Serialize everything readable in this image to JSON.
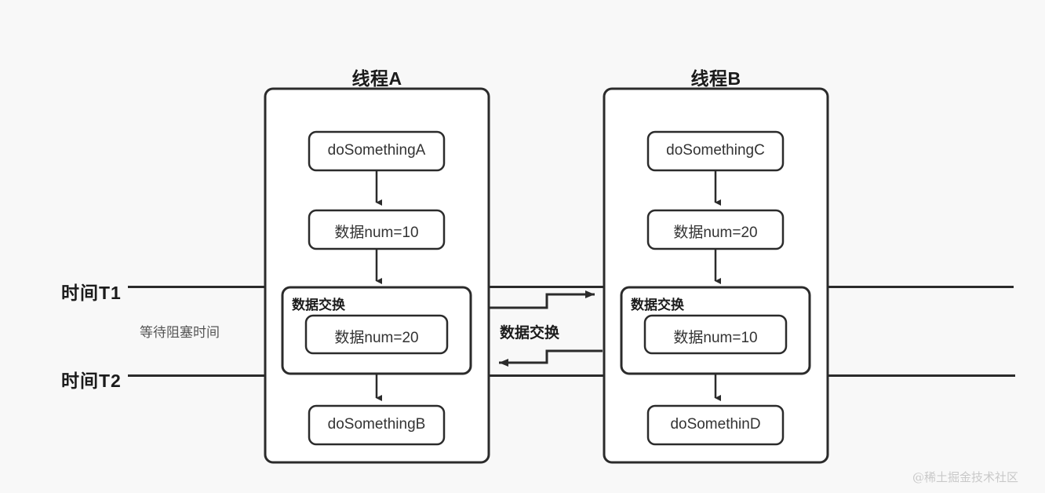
{
  "diagram": {
    "title_thread_a": "线程A",
    "title_thread_b": "线程B",
    "watermark": "@稀土掘金技术社区",
    "background_color": "#f8f8f8",
    "stroke_color": "#2b2b2b"
  },
  "timeline": {
    "t1_label": "时间T1",
    "t2_label": "时间T2",
    "wait_label": "等待阻塞时间"
  },
  "middle": {
    "exchange_label": "数据交换"
  },
  "thread_a": {
    "title": "线程A",
    "nodes": [
      {
        "label": "doSomethingA"
      },
      {
        "label": "数据num=10"
      },
      {
        "label": "doSomethingB"
      }
    ],
    "exchange": {
      "title": "数据交换",
      "inner_label": "数据num=20"
    }
  },
  "thread_b": {
    "title": "线程B",
    "nodes": [
      {
        "label": "doSomethingC"
      },
      {
        "label": "数据num=20"
      },
      {
        "label": "doSomethinD"
      }
    ],
    "exchange": {
      "title": "数据交换",
      "inner_label": "数据num=10"
    }
  }
}
